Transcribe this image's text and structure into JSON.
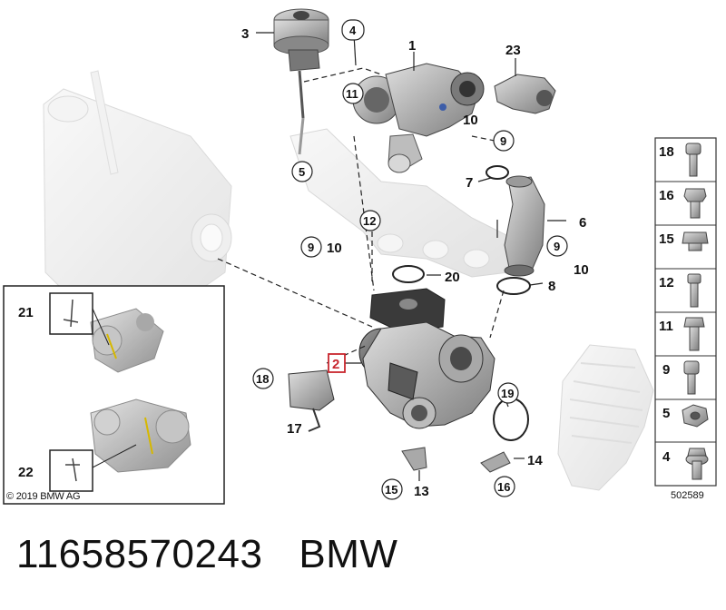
{
  "diagram": {
    "callouts": {
      "c1": "1",
      "c2": "2",
      "c3": "3",
      "c4": "4",
      "c5": "5",
      "c6": "6",
      "c7": "7",
      "c8": "8",
      "c9a": "9",
      "c9b": "9",
      "c9c": "9",
      "c10a": "10",
      "c10b": "10",
      "c10c": "10",
      "c11": "11",
      "c12": "12",
      "c13": "13",
      "c14": "14",
      "c15": "15",
      "c16": "16",
      "c17": "17",
      "c18": "18",
      "c19": "19",
      "c20": "20",
      "c21": "21",
      "c22": "22",
      "c23": "23"
    },
    "highlight_color": "#c8262e",
    "hardware_sidebar": {
      "items": [
        "18",
        "16",
        "15",
        "12",
        "11",
        "9",
        "5",
        "4"
      ],
      "icons": [
        "bolt-icon",
        "hex-bolt-icon",
        "flange-bolt-icon",
        "stud-bolt-icon",
        "collar-bolt-icon",
        "socket-bolt-icon",
        "hex-nut-icon",
        "washer-bolt-icon"
      ]
    },
    "copyright": "© 2019 BMW AG",
    "ref_code": "502589"
  },
  "caption": {
    "part_number": "11658570243",
    "brand": "BMW"
  }
}
